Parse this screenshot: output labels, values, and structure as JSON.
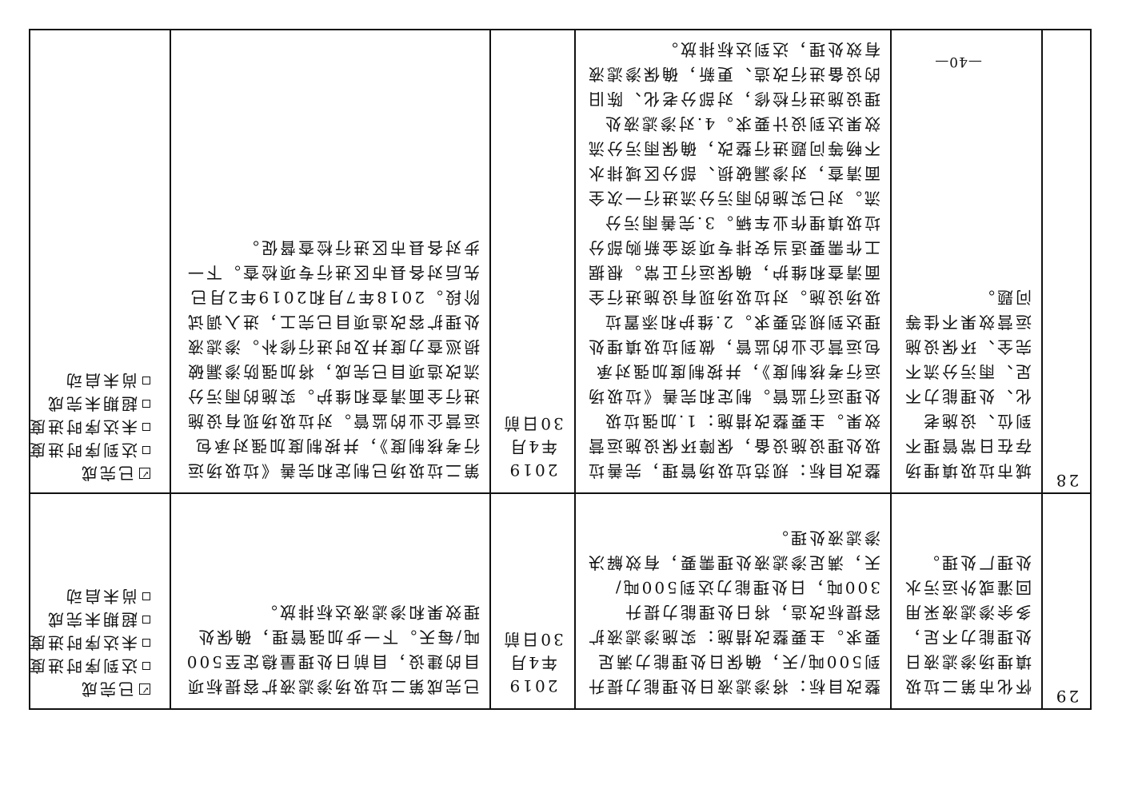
{
  "page_number": "—40—",
  "status_options": [
    "已完成",
    "达到序时进度",
    "未达序时进度",
    "超期未完成",
    "尚未启动"
  ],
  "rows": [
    {
      "no": "28",
      "problem": "城市垃圾填埋场存在日常管理不到位、设施老化、处理能力不足、雨污分流不完全、环保设施运营效果不佳等问题。",
      "measures": "整改目标：规范垃圾场管理，完善垃圾处理设施设备，保障环保设施运营效果。主要整改措施：1.加强垃圾处理运行监管。制定和完善《垃圾场运行考核制度》，并按制度加强对承包运营企业的监管，做到垃圾填埋处理达到规范要求。2.维护和添置垃圾场设施。对垃圾场现有设施进行全面清查和维护，确保运行正常。根据工作需要适当安排专项资金新购部分垃圾填埋作业车辆。3.完善雨污分流。对已实施的雨污分流进行一次全面清查，对渗漏破损、部分区域排水不畅等问题进行整改，确保雨污分流效果达到设计要求。4.对渗滤液处理设施进行检修，对部分老化、陈旧的设备进行改造、更新，确保渗滤液有效处理，达到达标排放。",
      "deadline": "2019年4月30日前",
      "progress": "第二垃圾场已制定和完善《垃圾场运行考核制度》，并按制度加强对承包运营企业的监管。对垃圾场现有设施进行全面清查和维护。实施的雨污分流改造项目已完成，将加强防渗漏破损巡查力度并及时进行修补。渗滤液处理扩容改造项目已完工，进入调试阶段。2018年7月和2019年2月已先后对各县市区进行专项检查。下一步对各县市区进行检查督促。",
      "status_checked": 0
    },
    {
      "no": "29",
      "problem": "怀化市第二垃圾填埋场渗滤液日处理能力不足，多余渗滤液采用回灌或外运污水处理厂处理。",
      "measures": "整改目标：将渗滤液日处理能力提升到500吨/天，确保日处理能力满足要求。主要整改措施：实施渗滤液扩容提标改造，将日处理能力提升300吨，日处理能力达到500吨/天，满足渗滤液处理需要，有效解决渗滤液处理。",
      "deadline": "2019年4月30日前",
      "progress": "已完成第二垃圾场渗滤液扩容提标项目的建设，目前日处理量稳定至500吨/每天。下一步加强管理，确保处理效果和渗滤液达标排放。",
      "status_checked": 0
    }
  ]
}
